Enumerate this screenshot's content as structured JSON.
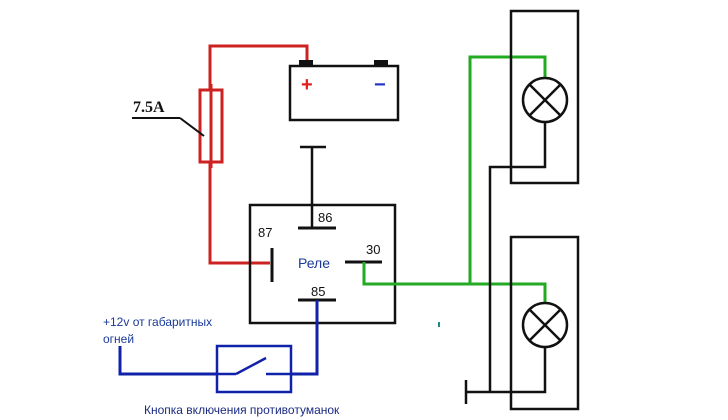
{
  "fuse": {
    "rating": "7.5A"
  },
  "battery": {
    "plus": "+",
    "minus": "−"
  },
  "relay": {
    "label": "Реле",
    "pin_86": "86",
    "pin_87": "87",
    "pin_30": "30",
    "pin_85": "85"
  },
  "source": {
    "line1": "+12v от габаритных",
    "line2": "огней"
  },
  "switch": {
    "caption": "Кнопка включения противотуманок"
  },
  "colors": {
    "wire_positive": "#cc2222",
    "wire_load": "#22aa22",
    "wire_control": "#1122aa",
    "wire_ground": "#111111",
    "battery_plus": "#e02020",
    "battery_minus": "#2233cc",
    "label_blue": "#1a3a9a",
    "caption_blue": "#1a2a80"
  },
  "icons": {
    "lamp": "lamp-cross-icon",
    "switch": "switch-contact-icon",
    "fuse": "fuse-icon",
    "battery": "battery-icon"
  }
}
